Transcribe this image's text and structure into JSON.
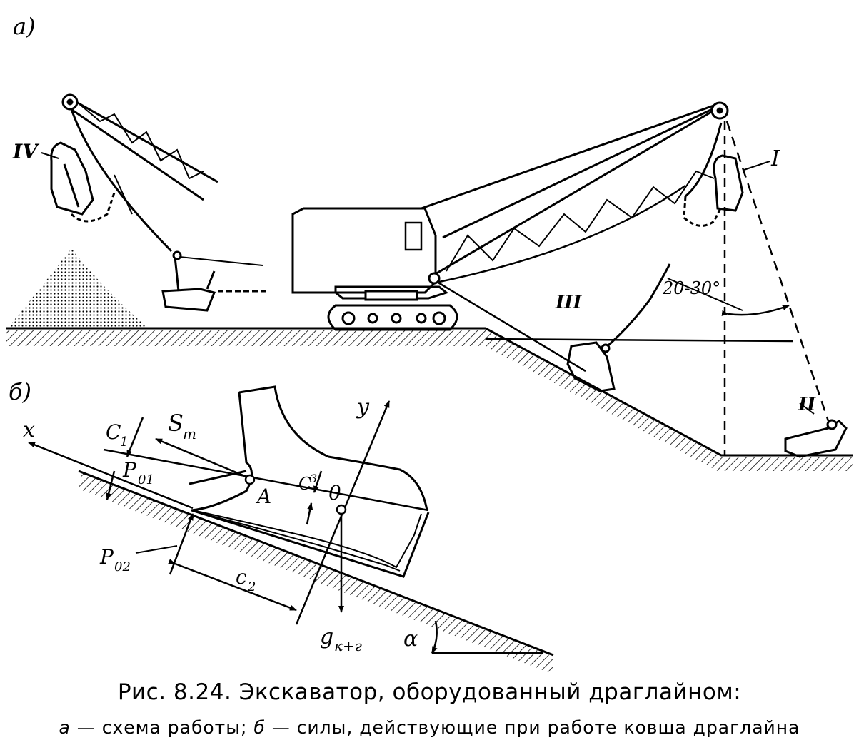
{
  "panel_a": {
    "label": "а)",
    "positions": [
      "IV",
      "I",
      "III",
      "II"
    ],
    "angle": "20-30°"
  },
  "panel_b": {
    "label": "б)",
    "labels": {
      "x": "x",
      "y": "y",
      "c1": "C",
      "c1_sub": "1",
      "st": "S",
      "st_sub": "т",
      "p01": "P",
      "p01_sub": "01",
      "a": "A",
      "c3": "C",
      "c3_sub": "3",
      "o": "0",
      "p02": "P",
      "p02_sub": "02",
      "c2": "c",
      "c2_sub": "2",
      "g": "g",
      "g_sub": "к+г",
      "alpha": "α"
    }
  },
  "caption": {
    "title": "Рис. 8.24. Экскаватор, оборудованный драглайном:",
    "subtitle_a": "а",
    "subtitle_text_a": " — схема работы; ",
    "subtitle_b": "б",
    "subtitle_text_b": " — силы, действующие при работе ковша драглайна"
  }
}
